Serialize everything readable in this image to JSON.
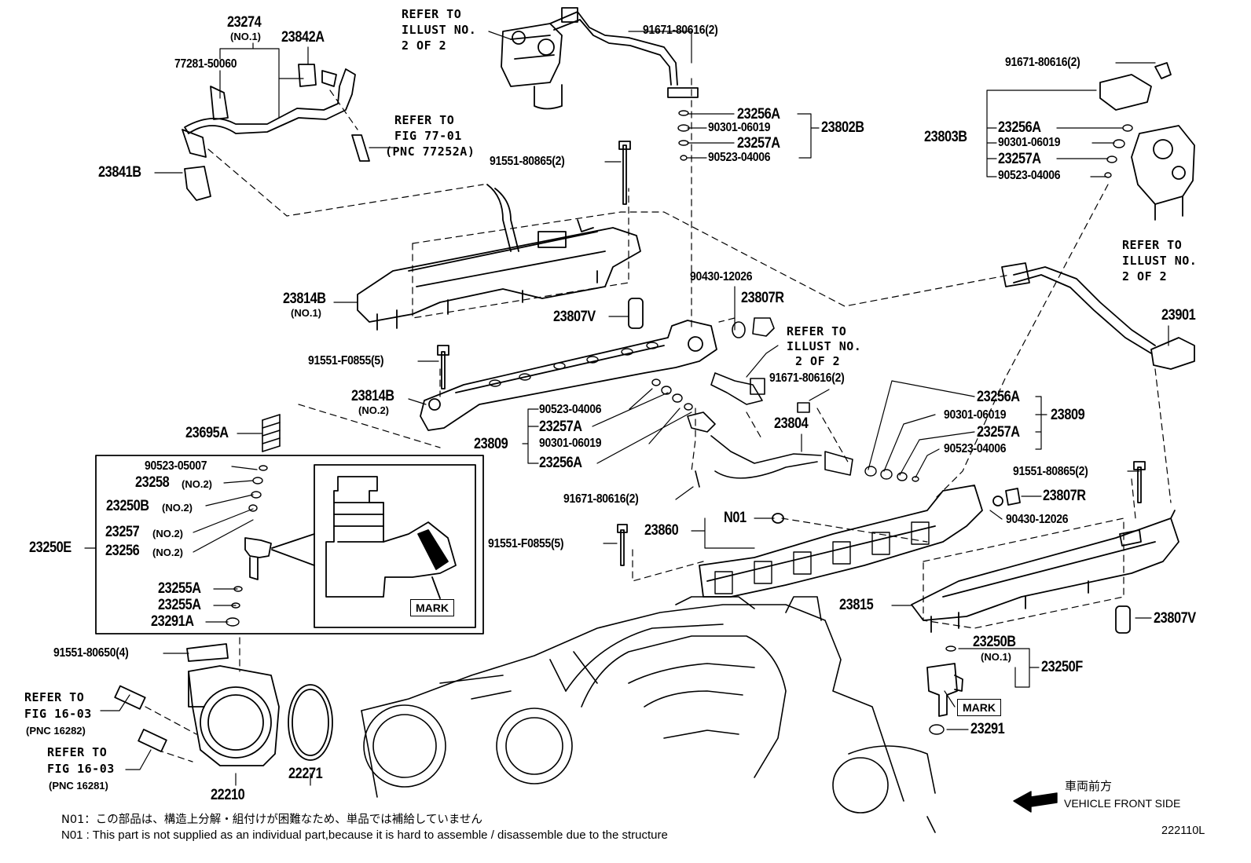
{
  "labels": {
    "p23274": "23274",
    "p23274_sub": "(NO.1)",
    "p23842A": "23842A",
    "p77281": "77281-50060",
    "p23841B": "23841B",
    "ref_fig77_1": "REFER TO",
    "ref_fig77_2": "FIG 77-01",
    "ref_fig77_3": "(PNC 77252A)",
    "ref_ill1_1": "REFER TO",
    "ref_ill1_2": "ILLUST NO.",
    "ref_ill1_3": "2 OF 2",
    "p91671_a": "91671-80616(2)",
    "p23256A_a": "23256A",
    "p90301_a": "90301-06019",
    "p23257A_a": "23257A",
    "p90523_a": "90523-04006",
    "p23802B": "23802B",
    "p91551_80865_a": "91551-80865(2)",
    "p23814B_1": "23814B",
    "p23814B_1_sub": "(NO.1)",
    "p23807V_a": "23807V",
    "p90430_a": "90430-12026",
    "p23807R_a": "23807R",
    "ref_ill2_1": "REFER TO",
    "ref_ill2_2": "ILLUST NO.",
    "ref_ill2_3": "2 OF 2",
    "p91671_b": "91671-80616(2)",
    "p91551_F0855_a": "91551-F0855(5)",
    "p23814B_2": "23814B",
    "p23814B_2_sub": "(NO.2)",
    "p90523_b": "90523-04006",
    "p23257A_b": "23257A",
    "p23809_a": "23809",
    "p90301_b": "90301-06019",
    "p23256A_b": "23256A",
    "p23804": "23804",
    "p91671_c": "91671-80616(2)",
    "p23695A": "23695A",
    "p90523_05007": "90523-05007",
    "p23258": "23258",
    "p23258_sub": "(NO.2)",
    "p23250B_2": "23250B",
    "p23250B_2_sub": "(NO.2)",
    "p23257_2": "23257",
    "p23257_2_sub": "(NO.2)",
    "p23256_2": "23256",
    "p23256_2_sub": "(NO.2)",
    "p23250E": "23250E",
    "p23255A_1": "23255A",
    "p23255A_2": "23255A",
    "p23291A": "23291A",
    "mark_1": "MARK",
    "p91551_80650": "91551-80650(4)",
    "ref_fig16a_1": "REFER TO",
    "ref_fig16a_2": "FIG 16-03",
    "ref_fig16a_3": "(PNC 16282)",
    "ref_fig16b_1": "REFER TO",
    "ref_fig16b_2": "FIG 16-03",
    "ref_fig16b_3": "(PNC 16281)",
    "p22210": "22210",
    "p22271": "22271",
    "p91671_d": "91671-80616(2)",
    "p23803B": "23803B",
    "p23256A_c": "23256A",
    "p90301_c": "90301-06019",
    "p23257A_c": "23257A",
    "p90523_c": "90523-04006",
    "ref_ill3_1": "REFER TO",
    "ref_ill3_2": "ILLUST NO.",
    "ref_ill3_3": "2 OF 2",
    "p23901": "23901",
    "p23256A_d": "23256A",
    "p90301_d": "90301-06019",
    "p23809_b": "23809",
    "p23257A_d": "23257A",
    "p90523_d": "90523-04006",
    "p91551_80865_b": "91551-80865(2)",
    "p23807R_b": "23807R",
    "p90430_b": "90430-12026",
    "pN01": "N01",
    "p23860": "23860",
    "p91551_F0855_b": "91551-F0855(5)",
    "p23815": "23815",
    "p23807V_b": "23807V",
    "p23250B_1": "23250B",
    "p23250B_1_sub": "(NO.1)",
    "p23250F": "23250F",
    "mark_2": "MARK",
    "p23291": "23291",
    "front_jp": "車両前方",
    "front_en": "VEHICLE FRONT SIDE",
    "diagram_id": "222110L"
  },
  "notes": {
    "jp": "N01：この部品は、構造上分解・組付けが困難なため、単品では補給していません",
    "en": "N01 : This part is not supplied as an individual part,because it is hard to assemble / disassemble due to the structure"
  }
}
